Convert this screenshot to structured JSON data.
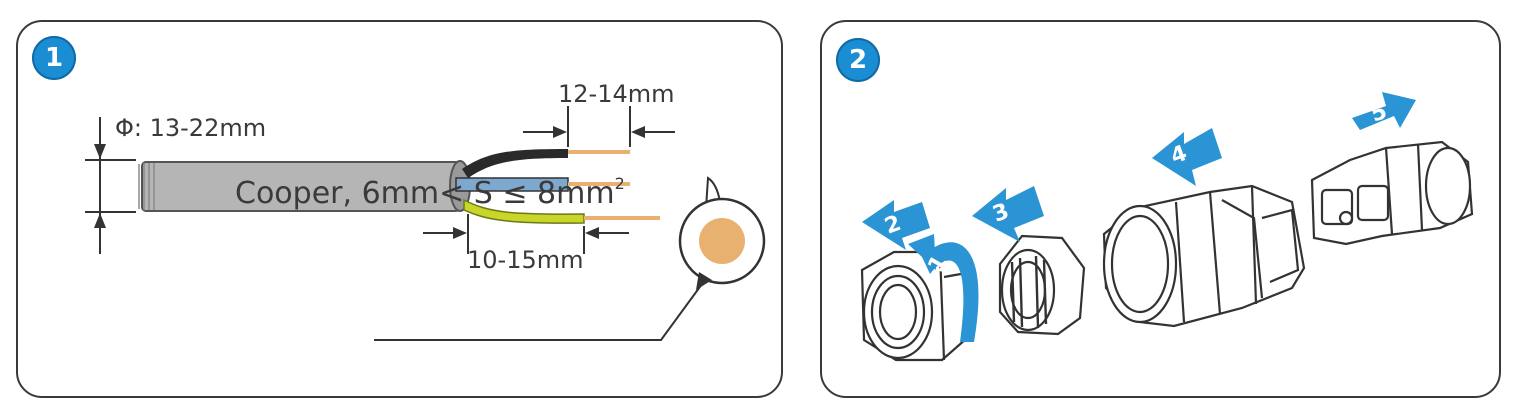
{
  "panel1": {
    "step": "1",
    "diameter_label": "Φ: 13-22mm",
    "strip_top_label": "12-14mm",
    "strip_bottom_label": "10-15mm",
    "conductor_label": "Cooper, 6mm",
    "conductor_constraint": "< S ≤ 8mm",
    "conductor_superscript": "2"
  },
  "panel2": {
    "step": "2",
    "arrows": [
      "1",
      "2",
      "3",
      "4",
      "5"
    ]
  },
  "colors": {
    "badge_blue": "#1b8ed3",
    "arrow_blue": "#2a94d4",
    "cable_gray": "#b5b5b5",
    "copper": "#e8b170"
  }
}
